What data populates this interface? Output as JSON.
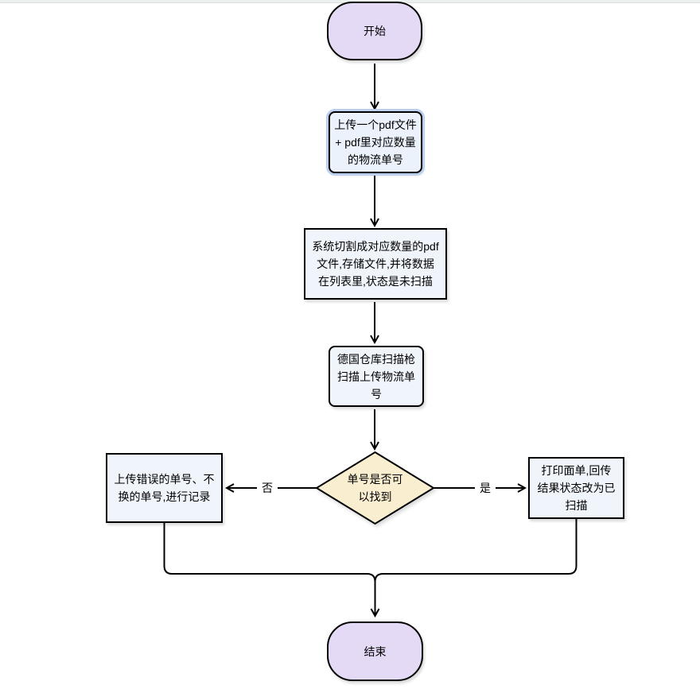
{
  "flowchart": {
    "nodes": {
      "start": {
        "label": "开始",
        "type": "terminal"
      },
      "upload": {
        "label": "上传一个pdf文件\n+ pdf里对应数量\n的物流单号",
        "type": "process-highlighted"
      },
      "split": {
        "label": "系统切割成对应数量的pdf\n文件,存储文件,并将数据\n在列表里,状态是未扫描",
        "type": "process"
      },
      "scan": {
        "label": "德国仓库扫描枪\n扫描上传物流单\n号",
        "type": "process"
      },
      "decision": {
        "label": "单号是否可\n以找到",
        "type": "decision"
      },
      "record": {
        "label": "上传错误的单号、不\n换的单号,进行记录",
        "type": "process"
      },
      "print": {
        "label": "打印面单,回传\n结果状态改为已\n扫描",
        "type": "process"
      },
      "end": {
        "label": "结束",
        "type": "terminal"
      }
    },
    "edge_labels": {
      "no": "否",
      "yes": "是"
    },
    "colors": {
      "terminal_fill": "#E4DAF6",
      "process_fill": "#F0F4FB",
      "highlight_fill": "#EBF2FB",
      "highlight_halo": "#BBD0EE",
      "decision_fill": "#FAEED0",
      "stroke": "#000000",
      "top_bar": "#EAF0EE"
    }
  }
}
